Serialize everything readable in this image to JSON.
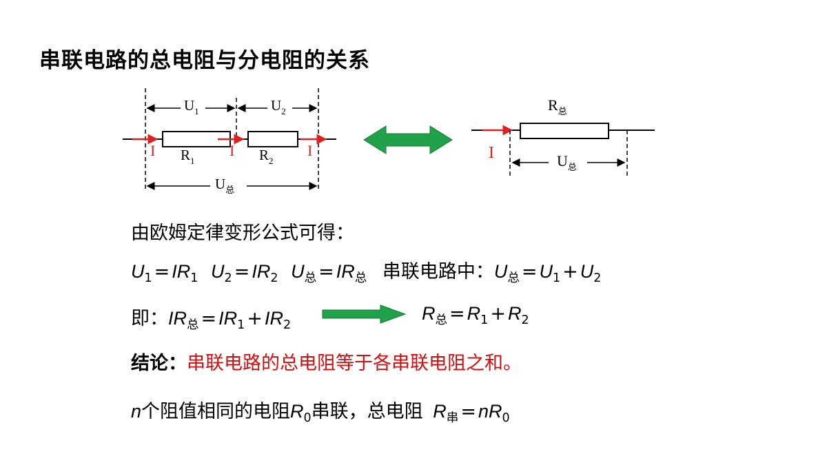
{
  "title": "串联电路的总电阻与分电阻的关系",
  "diagram": {
    "left": {
      "u1": "U",
      "u1_sub": "1",
      "u2": "U",
      "u2_sub": "2",
      "r1": "R",
      "r1_sub": "1",
      "r2": "R",
      "r2_sub": "2",
      "u_total": "U",
      "u_total_sub": "总",
      "current_labels": [
        "I",
        "I",
        "I"
      ]
    },
    "right": {
      "r_total": "R",
      "r_total_sub": "总",
      "current": "I",
      "u_total": "U",
      "u_total_sub": "总"
    },
    "colors": {
      "arrow_green": "#1fa24a",
      "current_red": "#e02020"
    }
  },
  "intro": "由欧姆定律变形公式可得：",
  "eq1": {
    "a": "U",
    "a_sub": "1",
    "a_rhs": "IR",
    "a_rhs_sub": "1",
    "b": "U",
    "b_sub": "2",
    "b_rhs": "IR",
    "b_rhs_sub": "2",
    "c": "U",
    "c_sub": "总",
    "c_rhs": "IR",
    "c_rhs_sub": "总",
    "series_text": "串联电路中：",
    "d": "U",
    "d_sub": "总",
    "d_r1": "U",
    "d_r1_sub": "1",
    "d_r2": "U",
    "d_r2_sub": "2"
  },
  "eq2": {
    "prefix": "即：",
    "lhs": "IR",
    "lhs_sub": "总",
    "t1": "IR",
    "t1_sub": "1",
    "t2": "IR",
    "t2_sub": "2",
    "res": "R",
    "res_sub": "总",
    "res1": "R",
    "res1_sub": "1",
    "res2": "R",
    "res2_sub": "2"
  },
  "conclusion": {
    "label": "结论：",
    "text": "串联电路的总电阻等于各串联电阻之和。"
  },
  "last": {
    "n": "n",
    "text1": "个阻值相同的电阻",
    "r0": "R",
    "r0_sub": "0",
    "text2": "串联，总电阻",
    "rs": "R",
    "rs_sub": "串",
    "nr": "nR",
    "nr_sub": "0"
  }
}
